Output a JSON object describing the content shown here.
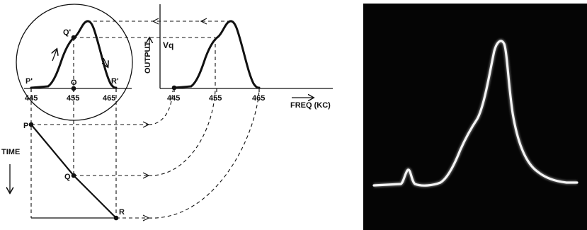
{
  "diagram": {
    "circle_points": {
      "p_prime": "P'",
      "q_prime": "Q'",
      "o": "O",
      "r_prime": "R'"
    },
    "left_freq_ticks": [
      "445",
      "455",
      "465"
    ],
    "right_freq_ticks": [
      "445",
      "455",
      "465"
    ],
    "axis": {
      "output_label": "OUTPUT",
      "vq_label": "Vq",
      "freq_label": "FREQ (KC)",
      "time_label": "TIME"
    },
    "time_points": {
      "p": "P",
      "q": "Q",
      "r": "R"
    }
  },
  "colors": {
    "ink": "#111111",
    "scope_bg": "#050505",
    "trace": "#f4f4f4"
  }
}
